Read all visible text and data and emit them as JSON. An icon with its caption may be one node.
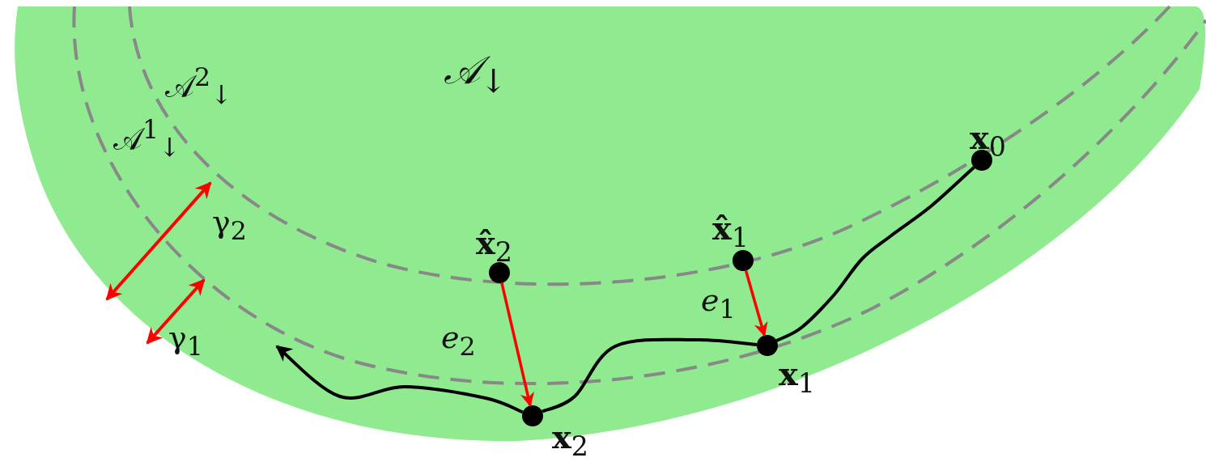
{
  "diagram": {
    "nodes": [
      {
        "text": [
          "𝒜$_{↓}$"
        ]
      },
      {
        "text": [],
        "shape": "circle",
        "in": 0,
        "beside": [
          "**x**$_{0}$"
        ]
      },
      {
        "text": [],
        "shape": "circle",
        "in": 0,
        "beside": [
          "**x̂**$_{1}$"
        ]
      },
      {
        "text": [],
        "shape": "circle",
        "in": 0,
        "beside": [
          "**x̂**$_{2}$"
        ]
      },
      {
        "text": [],
        "shape": "circle",
        "in": 0,
        "beside": [
          "**x**$_{1}$"
        ]
      },
      {
        "text": [],
        "shape": "circle",
        "in": 0,
        "beside": [
          "**x**$_{2}$"
        ]
      }
    ],
    "edges": [
      {
        "from": 1,
        "to": 4,
        "arrow": "none"
      },
      {
        "from": 4,
        "to": 5,
        "arrow": "none"
      },
      {
        "from": 5,
        "to": null,
        "arrow": "to"
      },
      {
        "from": 2,
        "to": 4,
        "arrow": "to",
        "label": "*e*$_{1}$",
        "color": "#ff0000"
      },
      {
        "from": 3,
        "to": 5,
        "arrow": "to",
        "label": "*e*$_{2}$",
        "color": "#ff0000"
      }
    ],
    "labels": [
      "𝒜$^{2}$$_{↓}$",
      "𝒜$^{1}$$_{↓}$",
      "γ$_{2}$",
      "γ$_{1}$"
    ]
  }
}
